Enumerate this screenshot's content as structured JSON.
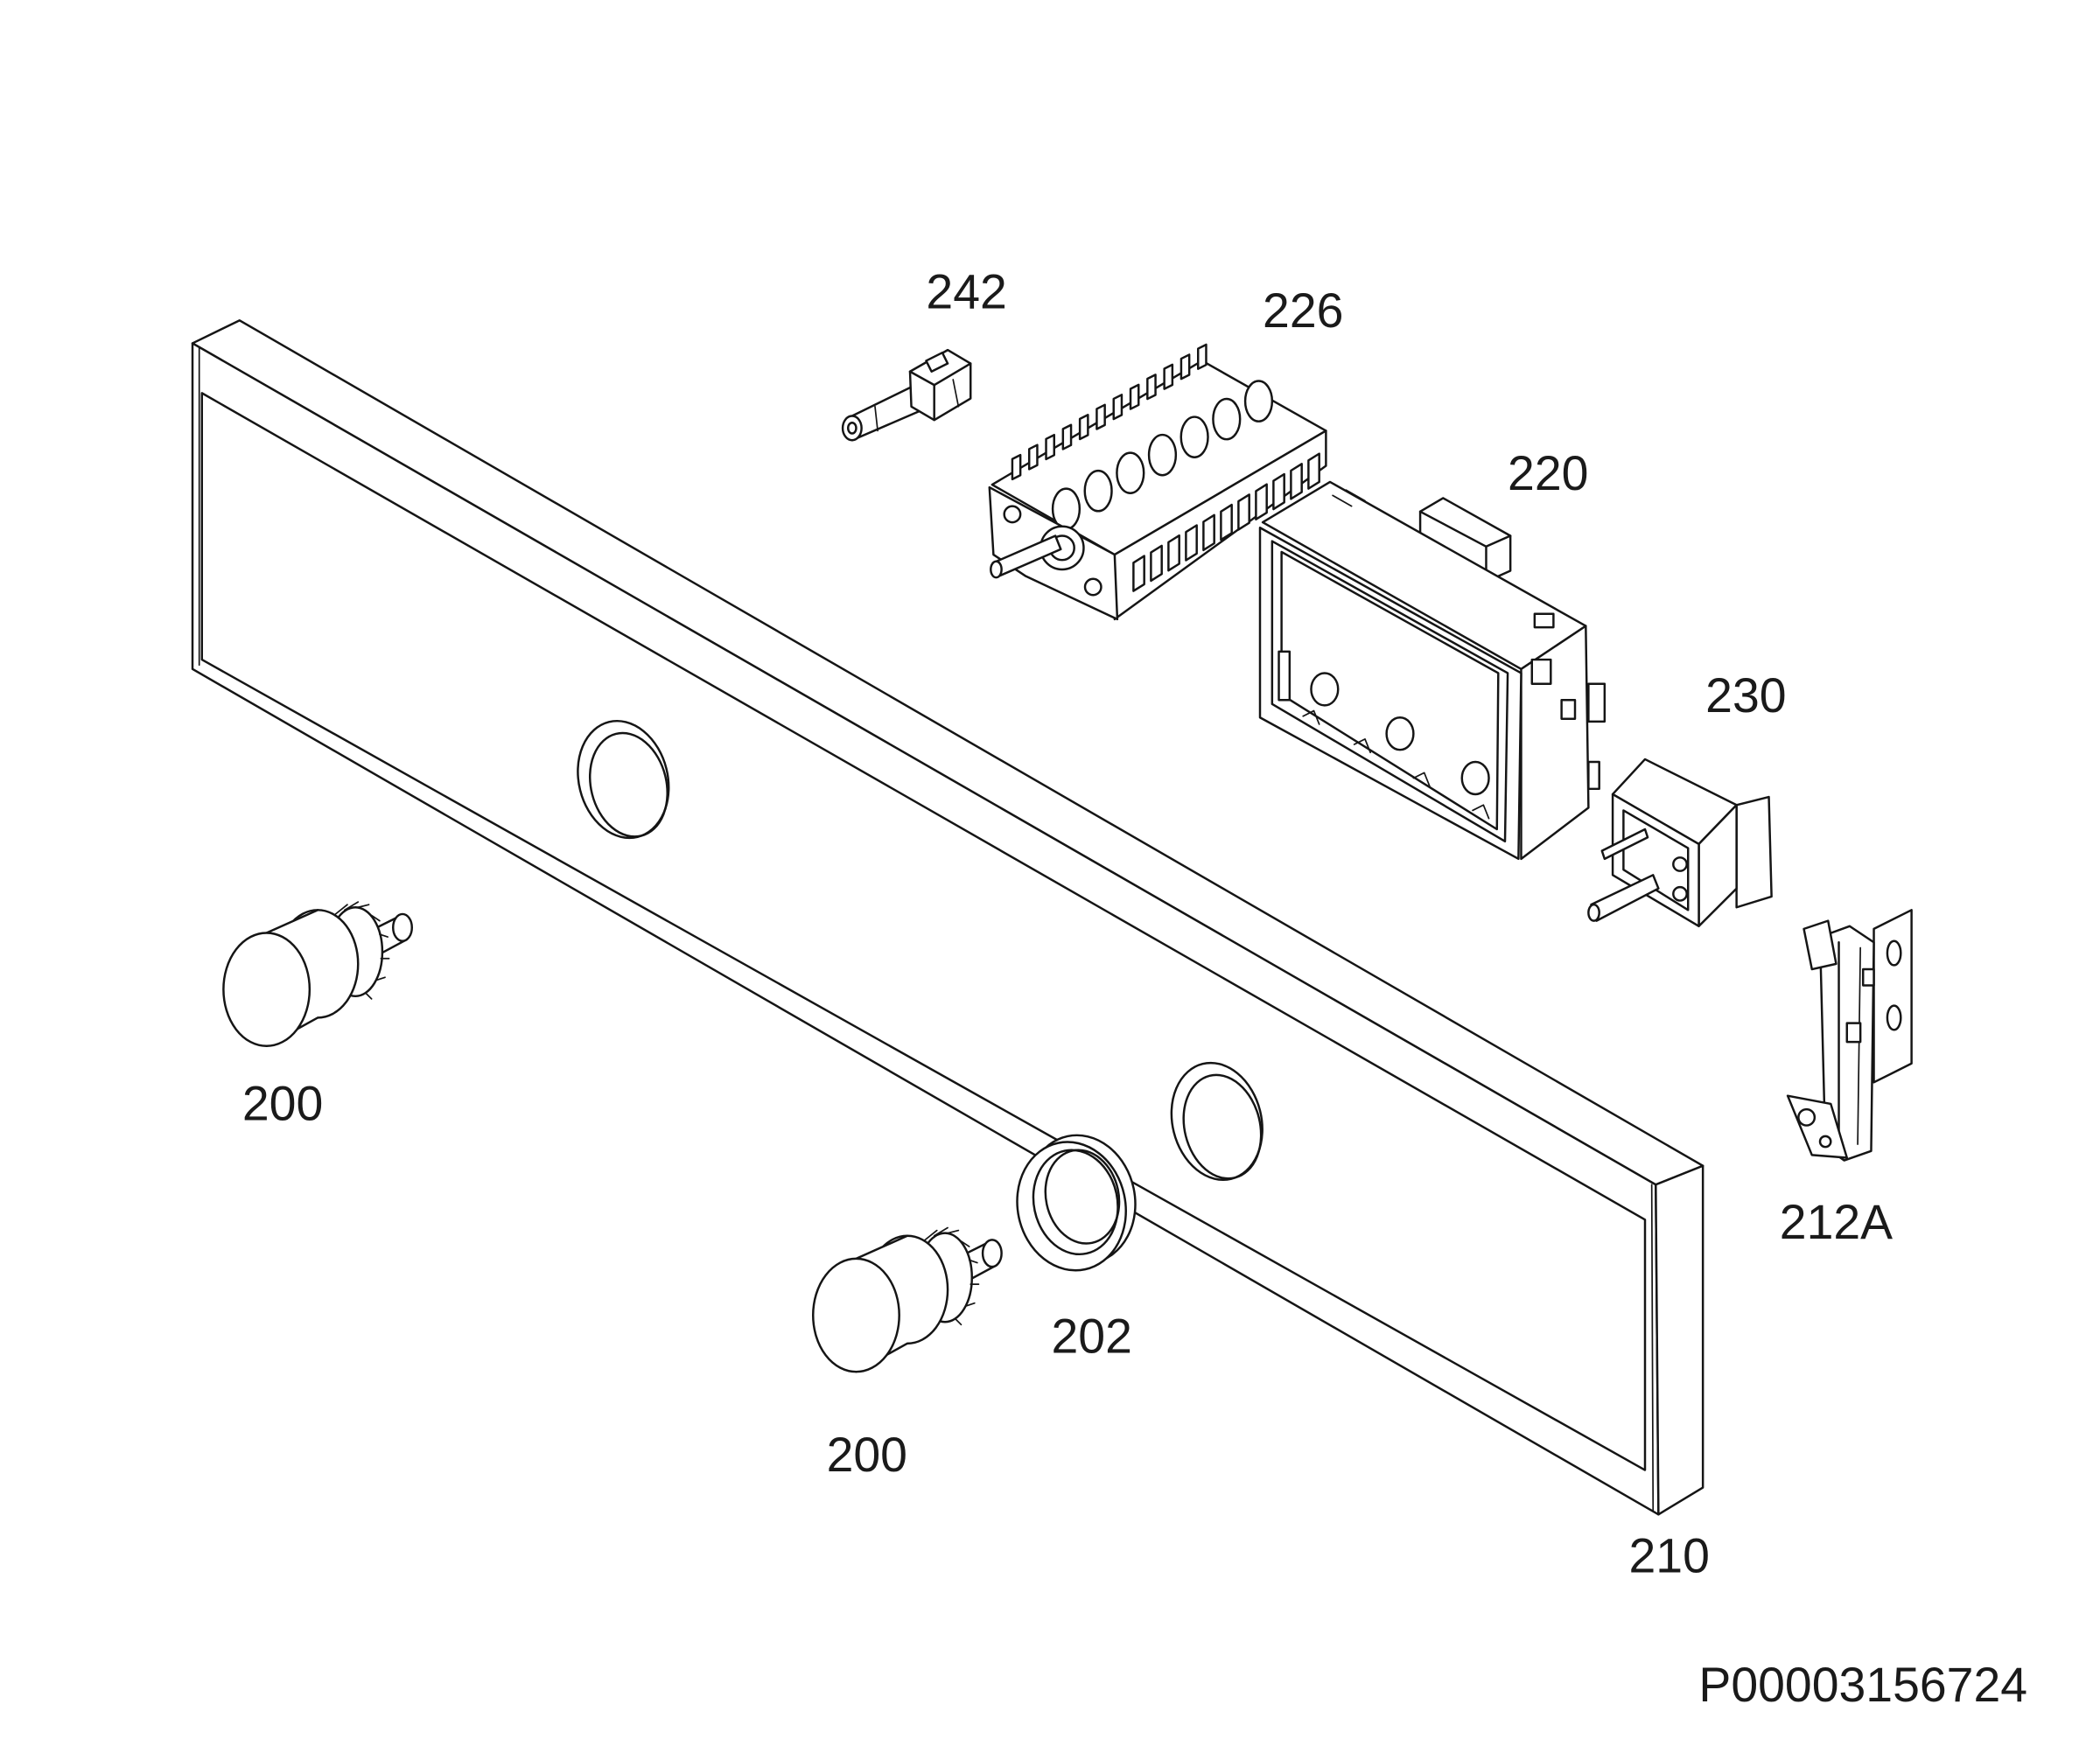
{
  "labels": {
    "part_242": "242",
    "part_226": "226",
    "part_220": "220",
    "part_230": "230",
    "part_200_a": "200",
    "part_202": "202",
    "part_200_b": "200",
    "part_210": "210",
    "part_212a": "212A"
  },
  "drawing_number": "P00003156724"
}
